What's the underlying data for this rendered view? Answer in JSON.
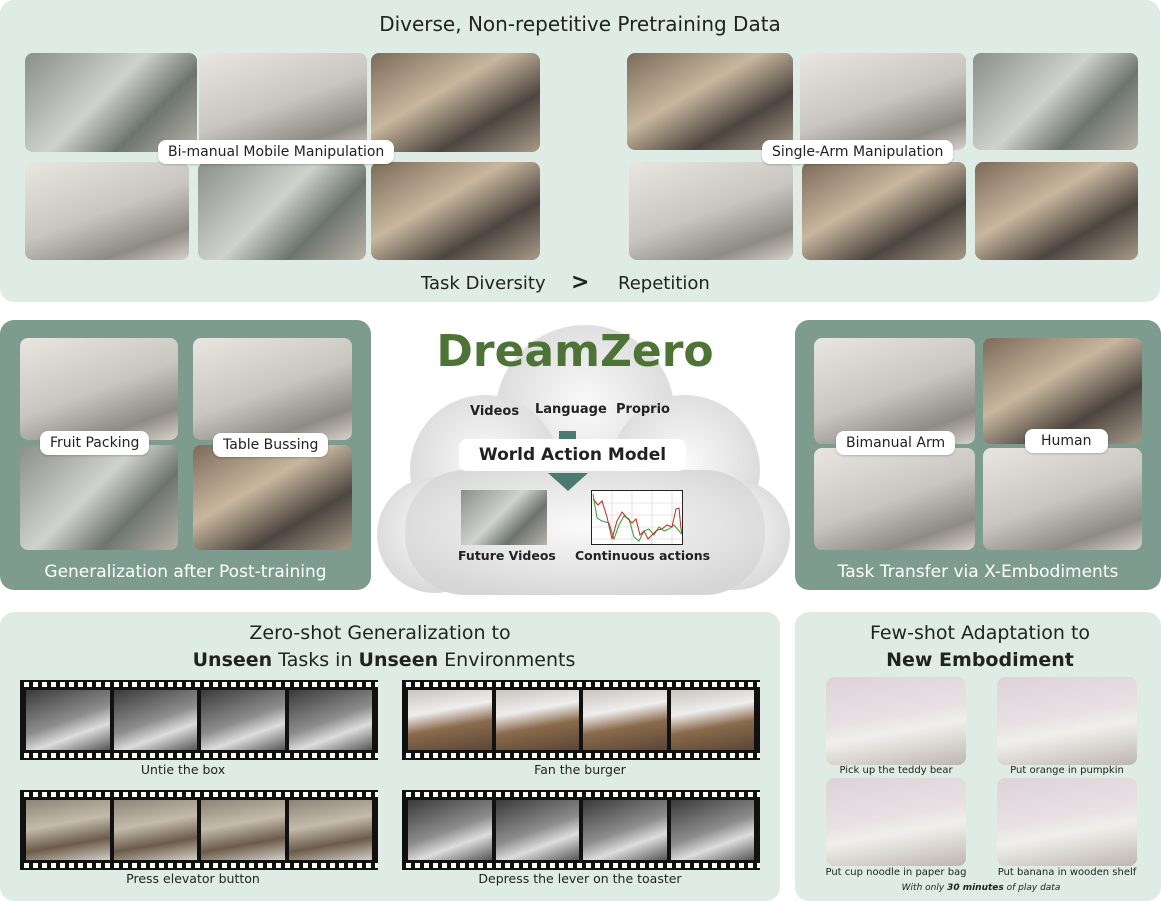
{
  "top": {
    "title": "Diverse, Non-repetitive Pretraining Data",
    "left_label": "Bi-manual Mobile Manipulation",
    "right_label": "Single-Arm Manipulation",
    "diversity": "Task Diversity",
    "gt": ">",
    "repetition": "Repetition"
  },
  "left": {
    "labels": [
      "Fruit Packing",
      "Table Bussing"
    ],
    "caption": "Generalization after Post-training"
  },
  "center": {
    "title": "DreamZero",
    "inputs": [
      "Videos",
      "Language",
      "Proprio"
    ],
    "model": "World Action Model",
    "outputs": [
      "Future Videos",
      "Continuous actions"
    ],
    "title_color": "#4e7336",
    "arrow_color": "#4a7a72"
  },
  "right": {
    "labels": [
      "Bimanual Arm",
      "Human"
    ],
    "caption": "Task Transfer via X-Embodiments"
  },
  "zeroshot": {
    "line1": "Zero-shot Generalization to",
    "unseen1": "Unseen",
    "mid": " Tasks in ",
    "unseen2": "Unseen",
    "end": " Environments",
    "tasks": [
      "Untie the box",
      "Fan the burger",
      "Press elevator button",
      "Depress the lever on the toaster"
    ]
  },
  "fewshot": {
    "line1": "Few-shot Adaptation to",
    "line2": "New Embodiment",
    "tasks": [
      "Pick up the teddy bear",
      "Put orange in pumpkin",
      "Put cup noodle in paper bag",
      "Put banana in wooden shelf"
    ],
    "note_pre": "With only ",
    "note_bold": "30 minutes",
    "note_post": " of play data"
  }
}
